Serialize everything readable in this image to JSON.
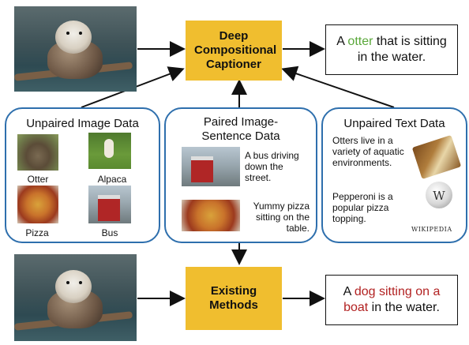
{
  "top": {
    "model_label": "Deep Compositional Captioner",
    "caption_parts": [
      {
        "text": "A ",
        "color": "#111111"
      },
      {
        "text": "otter",
        "color": "#5aa83a"
      },
      {
        "text": " that is sitting in the water.",
        "color": "#111111"
      }
    ]
  },
  "bottom": {
    "model_label": "Existing Methods",
    "caption_parts": [
      {
        "text": "A ",
        "color": "#111111"
      },
      {
        "text": "dog sitting on a boat",
        "color": "#b22222"
      },
      {
        "text": " in the water.",
        "color": "#111111"
      }
    ]
  },
  "panels": {
    "unpaired_image": {
      "title": "Unpaired Image Data",
      "items": [
        {
          "label": "Otter",
          "icon": "otter-photo"
        },
        {
          "label": "Alpaca",
          "icon": "alpaca-photo"
        },
        {
          "label": "Pizza",
          "icon": "pizza-photo"
        },
        {
          "label": "Bus",
          "icon": "bus-photo"
        }
      ]
    },
    "paired": {
      "title": "Paired Image-Sentence Data",
      "items": [
        {
          "sentence": "A bus driving down the street.",
          "icon": "bus-photo"
        },
        {
          "sentence": "Yummy pizza sitting on the table.",
          "icon": "pizza-photo"
        }
      ]
    },
    "unpaired_text": {
      "title": "Unpaired Text Data",
      "sentences": [
        "Otters live in a variety of aquatic environments.",
        "Pepperoni is a popular pizza topping."
      ],
      "wiki_label": "WIKIPEDIA",
      "wiki_glyph": "W",
      "icons": [
        "book-icon",
        "wikipedia-globe-icon"
      ]
    }
  },
  "colors": {
    "model_box": "#f0be2f",
    "panel_border": "#2e6fad",
    "highlight_correct": "#5aa83a",
    "highlight_wrong": "#b22222"
  }
}
